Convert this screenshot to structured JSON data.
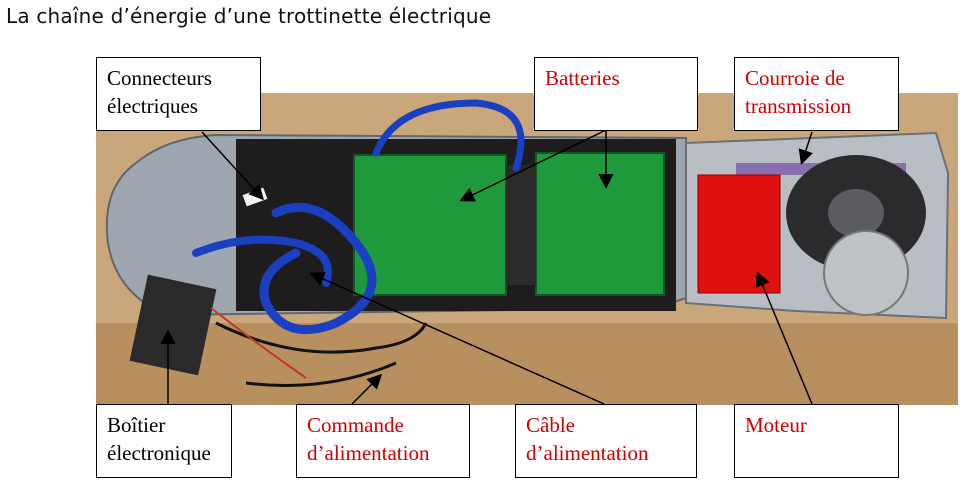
{
  "title": "La chaîne d’énergie d’une trottinette électrique",
  "labels": {
    "connecteurs": {
      "line1": "Connecteurs",
      "line2": "électriques"
    },
    "batteries": {
      "line1": "Batteries"
    },
    "courroie": {
      "line1": "Courroie de",
      "line2": "transmission"
    },
    "boitier": {
      "line1": "Boîtier",
      "line2": "électronique"
    },
    "commande": {
      "line1": "Commande",
      "line2": "d’alimentation"
    },
    "cable": {
      "line1": "Câble",
      "line2": "d’alimentation"
    },
    "moteur": {
      "line1": "Moteur"
    }
  },
  "colors": {
    "label_red": "#d10000",
    "label_black": "#000000",
    "battery_green": "#1e9a3c",
    "motor_red": "#e01010",
    "belt_purple": "#8a6fb0",
    "cable_blue": "#1a3fc0"
  }
}
